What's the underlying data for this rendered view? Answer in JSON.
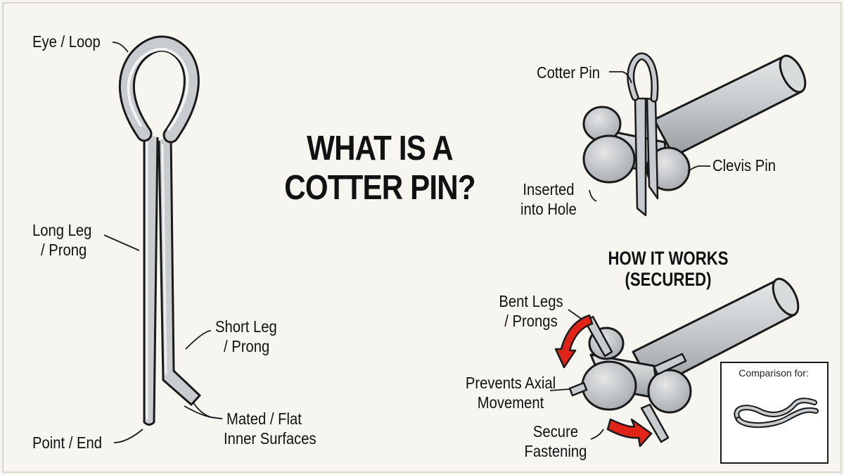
{
  "title_line1": "WHAT IS A",
  "title_line2": "COTTER PIN?",
  "subheading": "HOW IT WORKS (SECURED)",
  "labels": {
    "eye_loop": "Eye / Loop",
    "long_leg_1": "Long Leg",
    "long_leg_2": "/ Prong",
    "short_leg_1": "Short Leg",
    "short_leg_2": "/ Prong",
    "mated_1": "Mated / Flat",
    "mated_2": "Inner Surfaces",
    "point_end": "Point / End",
    "cotter_pin": "Cotter Pin",
    "clevis_pin": "Clevis Pin",
    "inserted_1": "Inserted",
    "inserted_2": "into Hole",
    "bent_legs_1": "Bent Legs",
    "bent_legs_2": "/ Prongs",
    "prevents_1": "Prevents Axial",
    "prevents_2": "Movement",
    "secure_1": "Secure",
    "secure_2": "Fastening"
  },
  "inset": {
    "label": "Comparison for:",
    "icon": "hair-pin-clip-icon"
  },
  "colors": {
    "metal": "#c9ccce",
    "metal_dark": "#8e9396",
    "outline": "#1a1a1a",
    "arrow": "#e02417",
    "background": "#f6f5f0"
  }
}
